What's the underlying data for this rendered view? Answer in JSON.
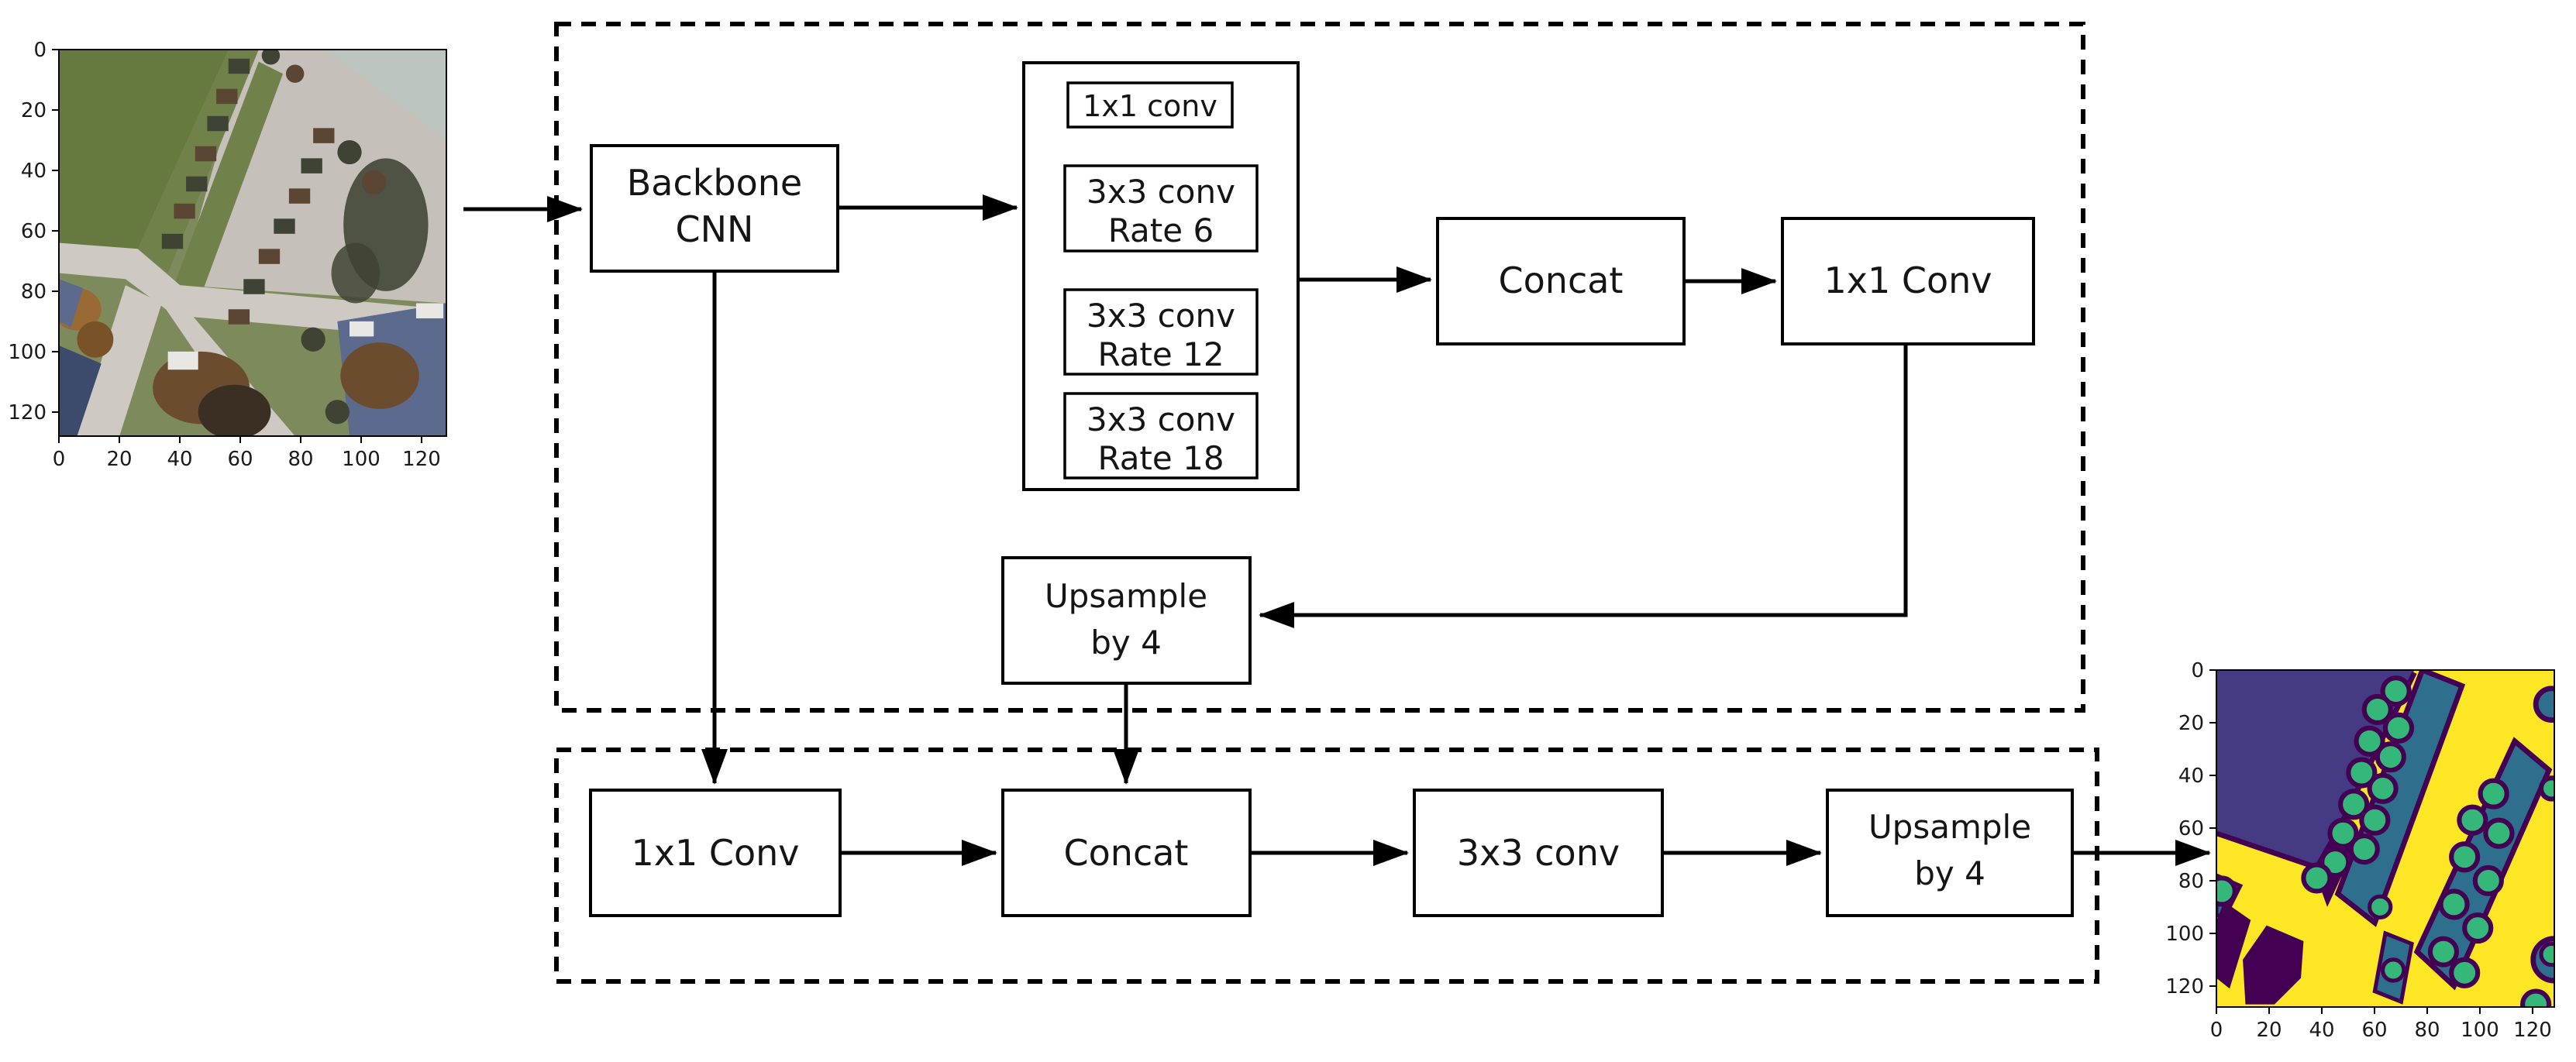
{
  "diagram": {
    "encoder": {
      "backbone": {
        "lines": [
          "Backbone",
          "CNN"
        ]
      },
      "aspp": {
        "conv1x1": {
          "label": "1x1 conv"
        },
        "rate6": {
          "lines": [
            "3x3 conv",
            "Rate 6"
          ]
        },
        "rate12": {
          "lines": [
            "3x3 conv",
            "Rate 12"
          ]
        },
        "rate18": {
          "lines": [
            "3x3 conv",
            "Rate 18"
          ]
        }
      },
      "concat": {
        "label": "Concat"
      },
      "conv1x1_out": {
        "label": "1x1 Conv"
      },
      "upsample": {
        "lines": [
          "Upsample",
          "by 4"
        ]
      }
    },
    "decoder": {
      "conv1x1": {
        "label": "1x1 Conv"
      },
      "concat": {
        "label": "Concat"
      },
      "conv3x3": {
        "label": "3x3 conv"
      },
      "upsample": {
        "lines": [
          "Upsample",
          "by 4"
        ]
      }
    }
  },
  "plots": {
    "input": {
      "x_ticks": [
        "0",
        "20",
        "40",
        "60",
        "80",
        "100",
        "120"
      ],
      "y_ticks": [
        "0",
        "20",
        "40",
        "60",
        "80",
        "100",
        "120"
      ]
    },
    "output": {
      "x_ticks": [
        "0",
        "20",
        "40",
        "60",
        "80",
        "100",
        "120"
      ],
      "y_ticks": [
        "0",
        "20",
        "40",
        "60",
        "80",
        "100",
        "120"
      ]
    }
  },
  "colors": {
    "seg_background": "#453b85",
    "seg_road": "#fde725",
    "seg_strip": "#2e6f8e",
    "seg_tree": "#35b779",
    "seg_outline": "#440154",
    "aerial_grass_light": "#7d8a5c",
    "aerial_grass_field": "#66793f",
    "aerial_hedge": "#70814a",
    "aerial_pavement": "#c6c0ba",
    "aerial_concrete": "#bdc5c1",
    "aerial_road": "#cfc9c3",
    "aerial_tree_dark": "#3f4333",
    "aerial_tree_brown": "#6b4c2f",
    "aerial_tree_orange": "#9a6a35",
    "aerial_roof_blue": "#5c6a8e",
    "aerial_roof_dark": "#3c4a6b",
    "aerial_white": "#e9e7e3",
    "stroke": "#000000"
  }
}
